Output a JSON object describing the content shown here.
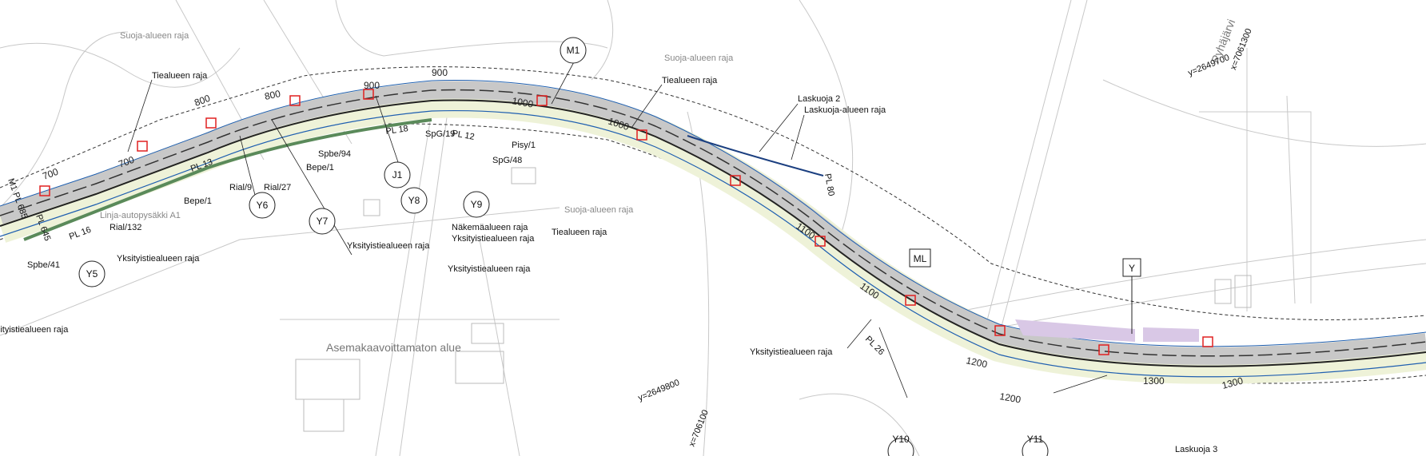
{
  "map": {
    "labels": {
      "suoja1": "Suoja-alueen raja",
      "suoja2": "Suoja-alueen raja",
      "suoja3": "Suoja-alueen raja",
      "tie1": "Tiealueen raja",
      "tie2": "Tiealueen raja",
      "tie3": "Tiealueen raja",
      "laskuoja2": "Laskuoja 2",
      "laskuojaRaja": "Laskuoja-alueen raja",
      "laskuoja3": "Laskuoja 3",
      "pyhajarvi": "Pyhäjärvi",
      "linja": "Linja-autopysäkki A1",
      "asema": "Asemakaavoittamaton alue",
      "rial132": "Rial/132",
      "bepe1a": "Bepe/1",
      "bepe1b": "Bepe/1",
      "rial9": "Rial/9",
      "rial27": "Rial/27",
      "spbe94": "Spbe/94",
      "spbe41": "Spbe/41",
      "spg19": "SpG/19",
      "spg48": "SpG/48",
      "pisy1": "Pisy/1",
      "nakema": "Näkemäalueen raja",
      "yks1": "Yksityistiealueen raja",
      "yks2": "Yksityistiealueen raja",
      "yks3": "Yksityistiealueen raja",
      "yks4": "Yksityistiealueen raja",
      "yks5": "Yksityistiealueen raja",
      "yks6": "Yksityistiealueen raja",
      "m1pl": "M1 PL 685",
      "pl645": "PL 645",
      "pl16": "PL 16",
      "pl13": "PL 13",
      "pl18": "PL 18",
      "pl12": "PL 12",
      "pl80": "PL 80",
      "pl26": "PL 26",
      "coordA": "x=7061300",
      "coordA2": "y=2649700",
      "coordB": "y=2649800",
      "coordB2": "x=706100"
    },
    "circles": [
      "M1",
      "J1",
      "Y5",
      "Y6",
      "Y7",
      "Y8",
      "Y9",
      "Y10",
      "Y11"
    ],
    "boxes": [
      "ML",
      "Y"
    ],
    "stations": [
      "700",
      "700",
      "800",
      "800",
      "900",
      "900",
      "1000",
      "1000",
      "1100",
      "1100",
      "1200",
      "1200",
      "1300",
      "1300"
    ],
    "colors": {
      "road": "#c8c8c8",
      "verge": "#eef2d8",
      "green": "#5a8a5a",
      "blue": "#1f5fb0",
      "red": "#e02020",
      "purple": "#d9c8e6"
    }
  }
}
